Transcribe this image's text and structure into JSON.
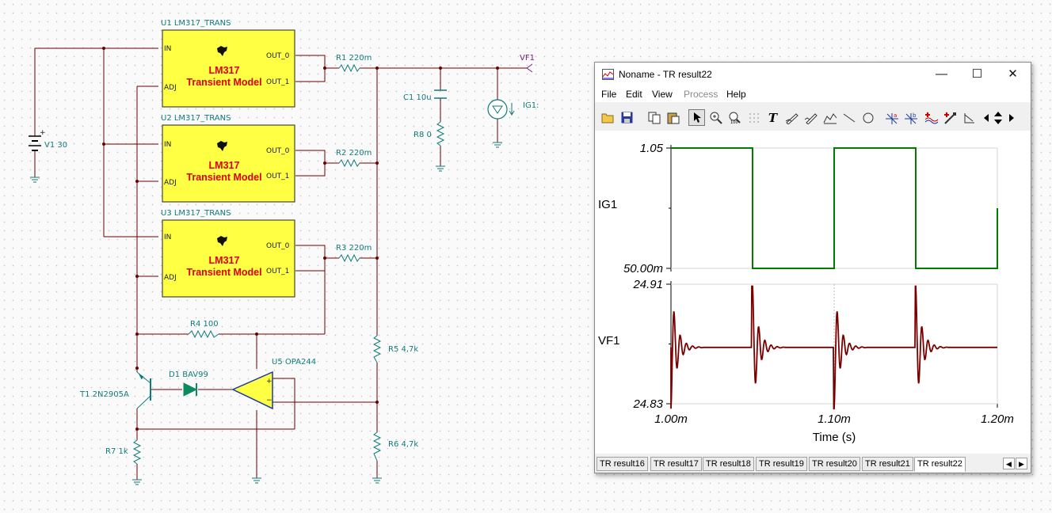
{
  "schematic": {
    "u1": {
      "ref": "U1 LM317_TRANS",
      "model": [
        "LM317",
        "Transient Model"
      ]
    },
    "u2": {
      "ref": "U2 LM317_TRANS",
      "model": [
        "LM317",
        "Transient Model"
      ]
    },
    "u3": {
      "ref": "U3 LM317_TRANS",
      "model": [
        "LM317",
        "Transient Model"
      ]
    },
    "pins": {
      "in": "IN",
      "adj": "ADJ",
      "out0": "OUT_0",
      "out1": "OUT_1"
    },
    "r1": "R1 220m",
    "r2": "R2 220m",
    "r3": "R3 220m",
    "r4": "R4 100",
    "r5": "R5 4,7k",
    "r6": "R6 4,7k",
    "r7": "R7 1k",
    "r8": "R8 0",
    "c1": "C1 10u",
    "v1": "V1 30",
    "d1": "D1 BAV99",
    "t1": "T1 2N2905A",
    "u5": "U5 OPA244",
    "vf1": "VF1",
    "ig1": "IG1:",
    "plus_sign": "+"
  },
  "window": {
    "title": "Noname - TR result22",
    "controls": {
      "minimize": "—",
      "maximize": "☐",
      "close": "✕"
    },
    "menu": [
      "File",
      "Edit",
      "View",
      "Process",
      "Help"
    ],
    "menu_disabled": [
      "Process"
    ],
    "toolbar_icons": [
      "open-icon",
      "save-icon",
      "copy-icon",
      "paste-icon",
      "pointer-icon",
      "zoom-in-icon",
      "zoom-100-icon",
      "grid-icon",
      "text-icon",
      "pen-icon",
      "pen-marker-icon",
      "graph-icon",
      "line-icon",
      "circle-icon",
      "cursor-a-icon",
      "cursor-b-icon",
      "add-curve-icon",
      "probe-icon",
      "step-icon",
      "scroll-left-icon",
      "scroll-updown-icon",
      "scroll-right-icon"
    ],
    "tabs": [
      "TR result16",
      "TR result17",
      "TR result18",
      "TR result19",
      "TR result20",
      "TR result21",
      "TR result22"
    ],
    "active_tab": "TR result22"
  },
  "chart_data": [
    {
      "type": "line",
      "series": [
        {
          "name": "IG1",
          "color": "#007a00",
          "x": [
            0.001,
            0.00105,
            0.00105,
            0.0011,
            0.0011,
            0.00115,
            0.00115,
            0.0012,
            0.0012
          ],
          "y": [
            1.05,
            1.05,
            0.05,
            0.05,
            1.05,
            1.05,
            0.05,
            0.05,
            0.55
          ]
        }
      ],
      "ylabel": "IG1",
      "yticks": [
        "1.05",
        "50.00m"
      ],
      "ylim": [
        0.05,
        1.05
      ],
      "xlim": [
        0.001,
        0.0012
      ]
    },
    {
      "type": "line",
      "series": [
        {
          "name": "VF1",
          "color": "#7a0000",
          "baseline": 24.8677,
          "spike_times": [
            0.001,
            0.00105,
            0.0011,
            0.00115
          ],
          "spike_up_first": [
            false,
            true,
            false,
            true
          ]
        }
      ],
      "ylabel": "VF1",
      "yticks": [
        "24.91",
        "24.83"
      ],
      "ylim": [
        24.83,
        24.91
      ],
      "xlim": [
        0.001,
        0.0012
      ],
      "xticks": [
        "1.00m",
        "1.10m",
        "1.20m"
      ],
      "xlabel": "Time (s)",
      "grid": true
    }
  ]
}
